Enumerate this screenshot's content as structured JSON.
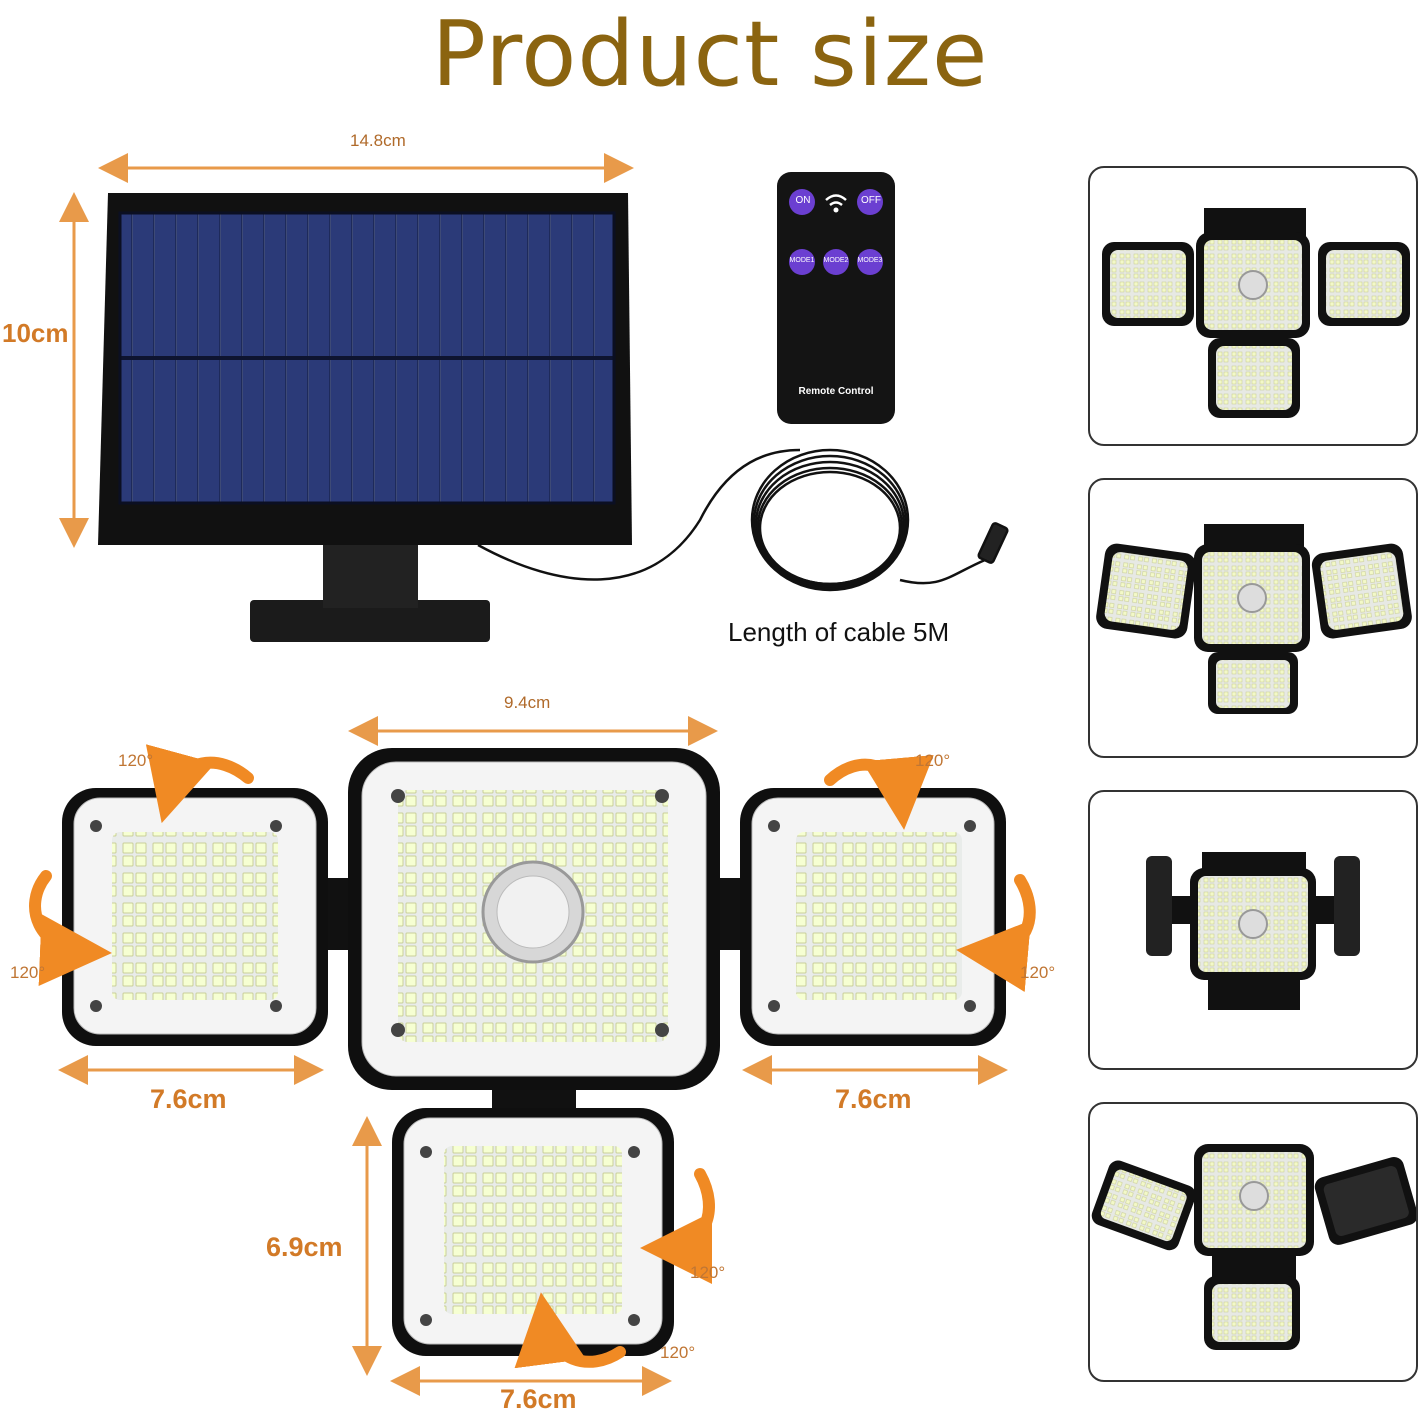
{
  "title": "Product size",
  "solar_panel": {
    "width_label": "14.8cm",
    "height_label": "10cm"
  },
  "remote": {
    "buttons": [
      "ON",
      "OFF",
      "MODE1",
      "MODE2",
      "MODE3"
    ],
    "label": "Remote Control"
  },
  "cable_label": "Length of cable 5M",
  "lamp": {
    "center_width_label": "9.4cm",
    "left_width_label": "7.6cm",
    "right_width_label": "7.6cm",
    "bottom_width_label": "7.6cm",
    "bottom_height_label": "6.9cm",
    "angles": [
      "120°",
      "120°",
      "120°",
      "120°",
      "120°",
      "120°"
    ]
  },
  "colors": {
    "title": "#8b6410",
    "dimension": "#d27a27",
    "remote_button": "#6b3fd1"
  }
}
